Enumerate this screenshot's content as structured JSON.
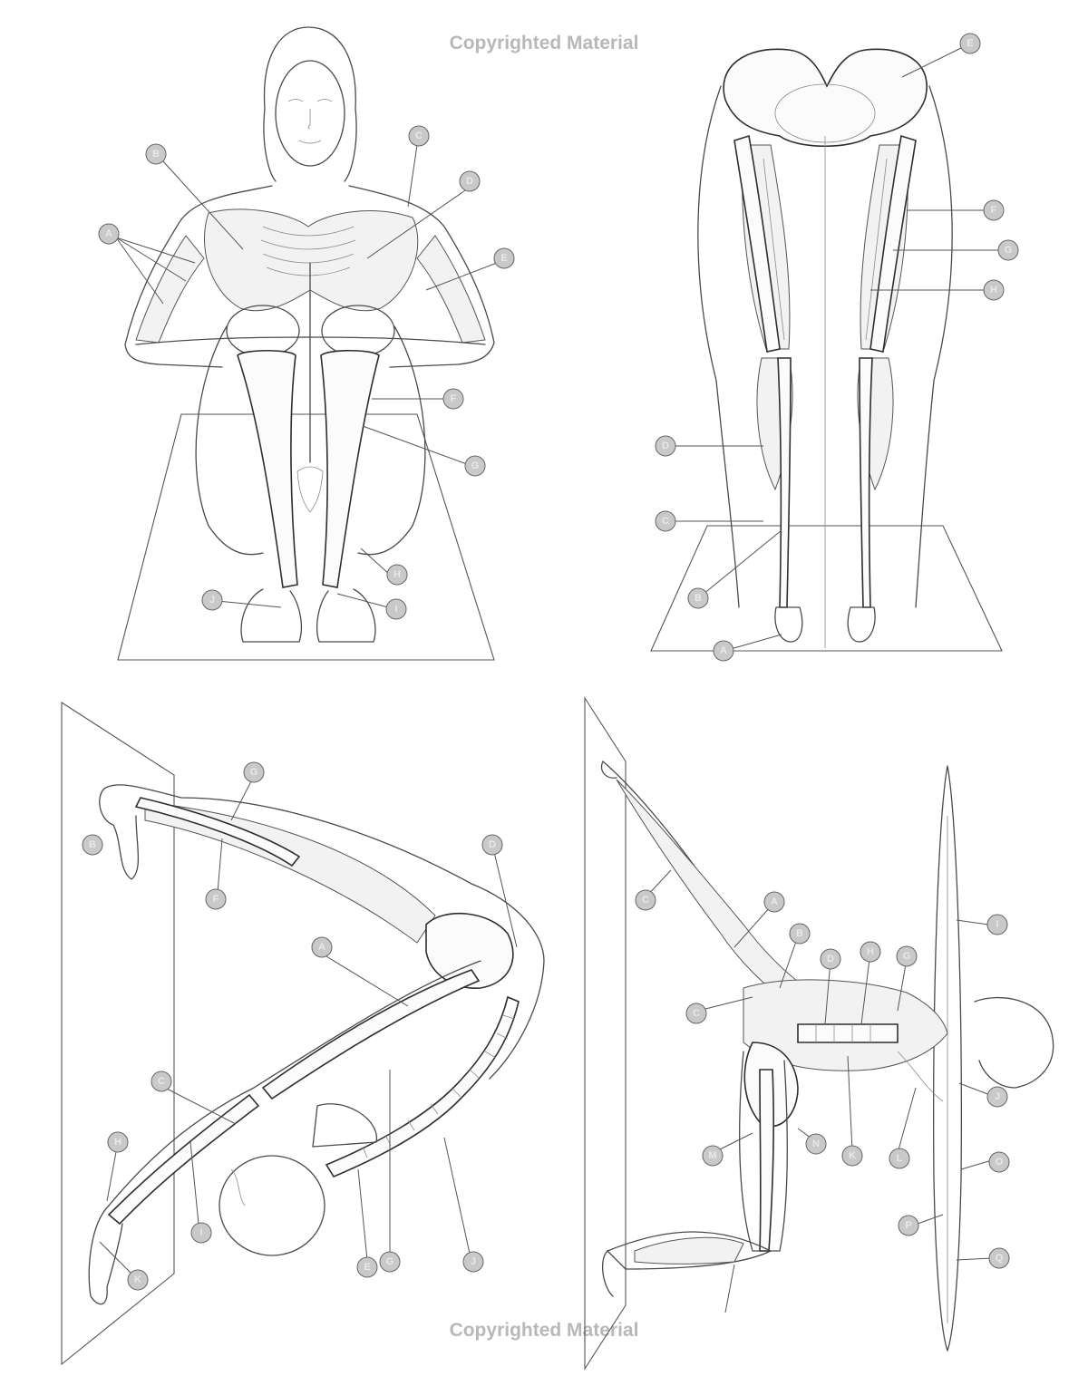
{
  "watermark": {
    "top": "Copyrighted Material",
    "bottom": "Copyrighted Material"
  },
  "panels": [
    {
      "id": "seated-front",
      "labels": [
        "B",
        "C",
        "D",
        "A",
        "E",
        "F",
        "G",
        "H",
        "I",
        "J"
      ]
    },
    {
      "id": "standing-back",
      "labels": [
        "E",
        "F",
        "G",
        "H",
        "D",
        "C",
        "B",
        "A"
      ]
    },
    {
      "id": "plough-side",
      "labels": [
        "G",
        "B",
        "F",
        "D",
        "A",
        "C",
        "H",
        "I",
        "G",
        "K",
        "J",
        "E"
      ]
    },
    {
      "id": "wall-supported",
      "labels": [
        "C",
        "A",
        "B",
        "C",
        "D",
        "H",
        "G",
        "I",
        "J",
        "K",
        "L",
        "M",
        "N",
        "O",
        "P",
        "Q"
      ]
    }
  ],
  "icons": {
    "badge": "label-badge-icon"
  }
}
